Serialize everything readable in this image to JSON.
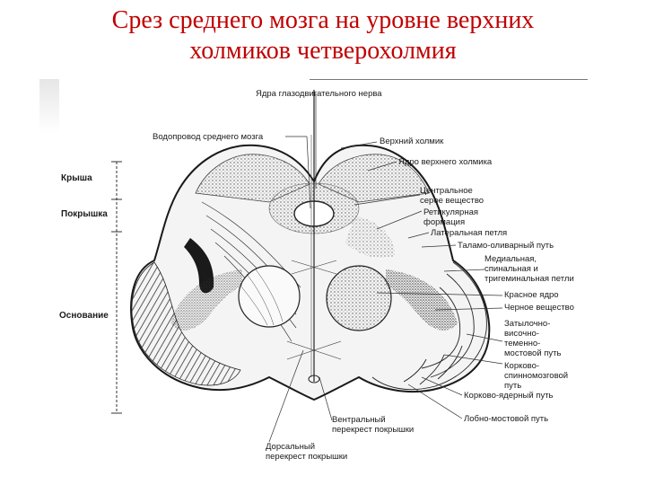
{
  "title": {
    "line1": "Срез среднего мозга на уровне верхних",
    "line2": "холмиков четверохолмия"
  },
  "side_labels": {
    "tectum": "Крыша",
    "tegmentum": "Покрышка",
    "base": "Основание"
  },
  "labels": {
    "oculomotor_nuclei": "Ядра глазодвигательного нерва",
    "aqueduct": "Водопровод среднего мозга",
    "superior_colliculus": "Верхний холмик",
    "sc_nucleus": "Ядро верхнего холмика",
    "central_gray_1": "Центральное",
    "central_gray_2": "серое вещество",
    "reticular_1": "Ретикулярная",
    "reticular_2": "формация",
    "lateral_lemniscus": "Латеральная петля",
    "thalamo_olivary": "Таламо-оливарный путь",
    "lemnisci_1": "Медиальная,",
    "lemnisci_2": "спинальная и",
    "lemnisci_3": "тригеминальная петли",
    "red_nucleus": "Красное ядро",
    "substantia_nigra": "Черное вещество",
    "otp_1": "Затылочно-",
    "otp_2": "височно-",
    "otp_3": "теменно-",
    "otp_4": "мостовой путь",
    "corticospinal_1": "Корково-",
    "corticospinal_2": "спинномозговой",
    "corticospinal_3": "путь",
    "corticonuclear": "Корково-ядерный путь",
    "frontopontine": "Лобно-мостовой путь",
    "ventral_decussation_1": "Вентральный",
    "ventral_decussation_2": "перекрест покрышки",
    "dorsal_decussation_1": "Дорсальный",
    "dorsal_decussation_2": "перекрест покрышки"
  }
}
